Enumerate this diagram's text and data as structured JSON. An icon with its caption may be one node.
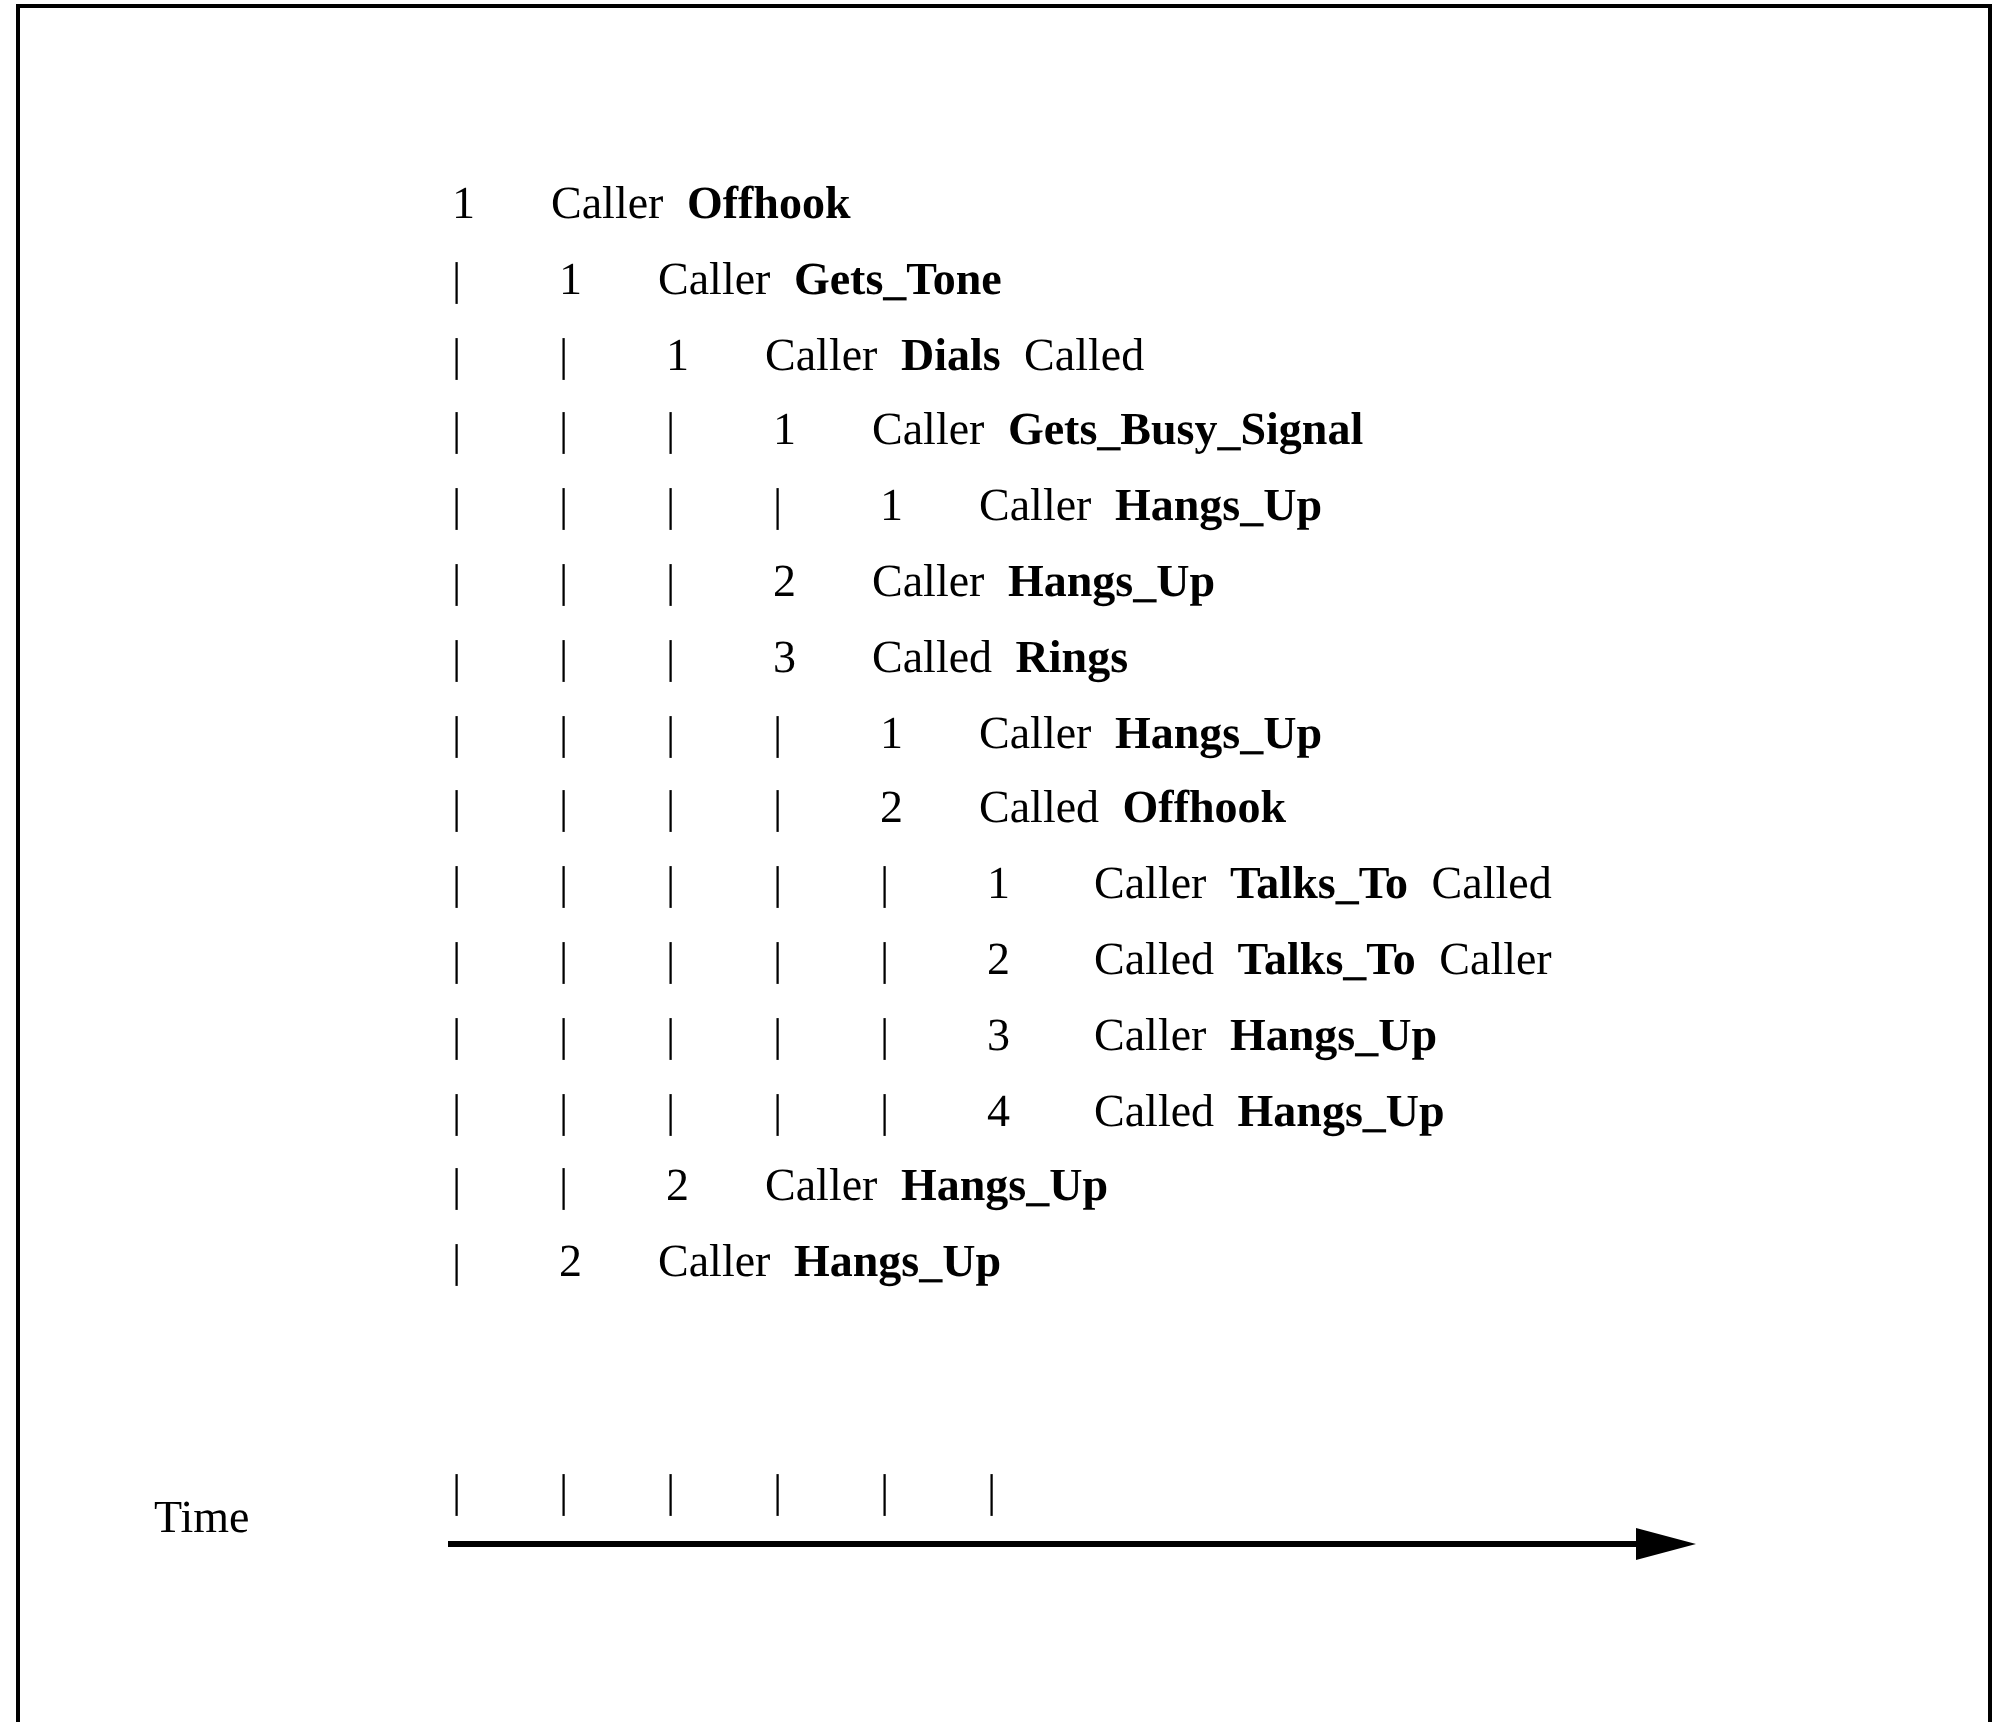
{
  "diagram": {
    "labels": [
      "1",
      "Caller **Offhook**",
      "|",
      "1",
      "Caller **Gets_Tone**",
      "|",
      "|",
      "1",
      "Caller **Dials** Called",
      "|",
      "|",
      "|",
      "1",
      "Caller **Gets_Busy_Signal**",
      "|",
      "|",
      "|",
      "|",
      "1",
      "Caller **Hangs_Up**",
      "|",
      "|",
      "|",
      "2",
      "Caller **Hangs_Up**",
      "|",
      "|",
      "|",
      "3",
      "Called **Rings**",
      "|",
      "|",
      "|",
      "|",
      "1",
      "Caller **Hangs_Up**",
      "|",
      "|",
      "|",
      "|",
      "2",
      "Called **Offhook**",
      "|",
      "|",
      "|",
      "|",
      "|",
      "1",
      "Caller **Talks_To** Called",
      "|",
      "|",
      "|",
      "|",
      "|",
      "2",
      "Called **Talks_To** Caller",
      "|",
      "|",
      "|",
      "|",
      "|",
      "3",
      "Caller **Hangs_Up**",
      "|",
      "|",
      "|",
      "|",
      "|",
      "4",
      "Called **Hangs_Up**",
      "|",
      "|",
      "2",
      "Caller **Hangs_Up**",
      "|",
      "2",
      "Caller **Hangs_Up**",
      "Time",
      "|",
      "|",
      "|",
      "|",
      "|",
      "|"
    ]
  }
}
